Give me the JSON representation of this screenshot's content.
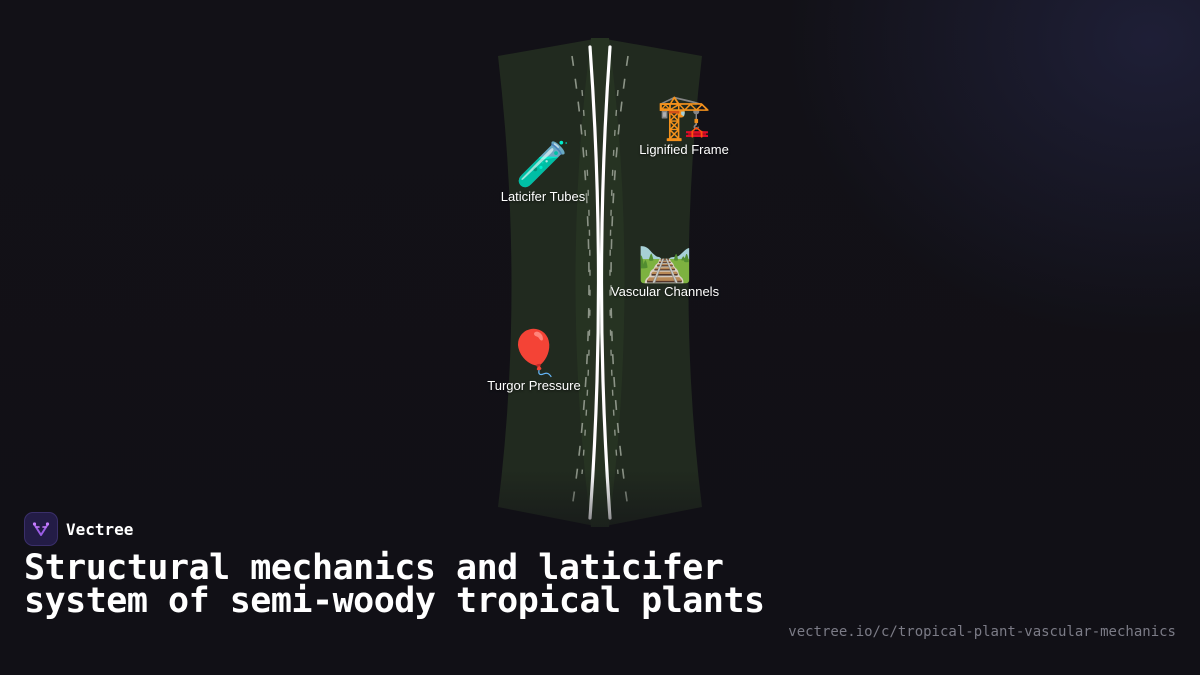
{
  "colors": {
    "background": "#111016",
    "stem_band": "#212a1f",
    "stem_core": "#263322",
    "fiber": "#ffffff",
    "dash": "#8c9487",
    "brand_tile": "#231c46",
    "url_text": "#7b7b86"
  },
  "diagram": {
    "labels": [
      {
        "icon": "🏗️",
        "icon_name": "crane-icon",
        "text": "Lignified Frame"
      },
      {
        "icon": "🧪",
        "icon_name": "test-tube-icon",
        "text": "Laticifer Tubes"
      },
      {
        "icon": "🛤️",
        "icon_name": "railway-track-icon",
        "text": "Vascular Channels"
      },
      {
        "icon": "🎈",
        "icon_name": "balloon-icon",
        "text": "Turgor Pressure"
      }
    ]
  },
  "brand": {
    "name": "Vectree",
    "logo_icon": "vectree-logo-icon"
  },
  "title": "Structural mechanics and laticifer system of semi-woody tropical plants",
  "url": "vectree.io/c/tropical-plant-vascular-mechanics"
}
